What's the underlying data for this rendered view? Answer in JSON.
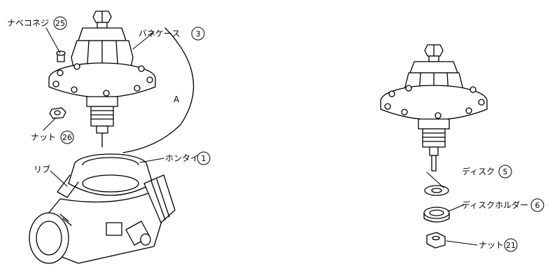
{
  "labels": {
    "screw": {
      "text": "ナベコネジ",
      "num": "25"
    },
    "spring_case": {
      "text": "バネケース",
      "num": "3"
    },
    "nut_left": {
      "text": "ナット",
      "num": "26"
    },
    "body": {
      "text": "ホンタイ",
      "num": "1"
    },
    "rib": {
      "text": "リブ"
    },
    "arc_marker": {
      "text": "A"
    },
    "disc": {
      "text": "ディスク",
      "num": "5"
    },
    "disc_holder": {
      "text": "ディスクホルダー",
      "num": "6"
    },
    "nut_right": {
      "text": "ナット",
      "num": "21"
    }
  }
}
